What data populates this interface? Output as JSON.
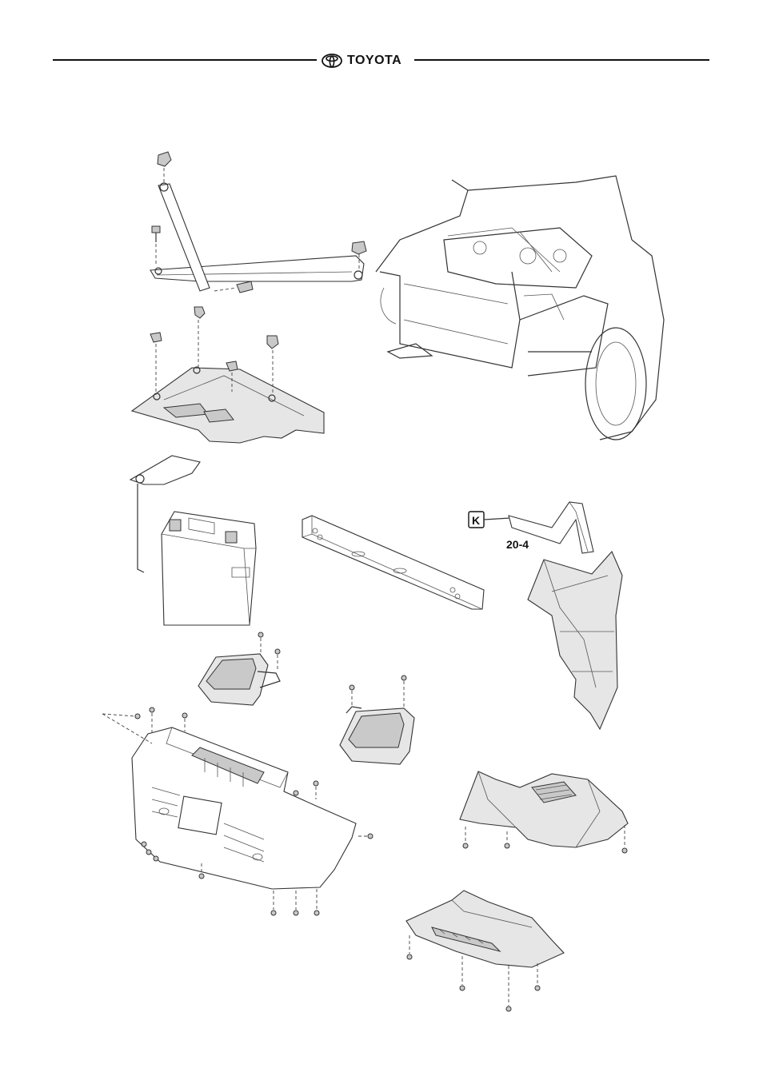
{
  "header": {
    "brand_text": "TOYOTA",
    "logo_icon": "toyota-emblem-icon"
  },
  "callout": {
    "ref_letter": "K",
    "ref_number": "20-4"
  },
  "colors": {
    "line": "#333333",
    "rule": "#111111",
    "part_fill": "#e6e6e6"
  }
}
